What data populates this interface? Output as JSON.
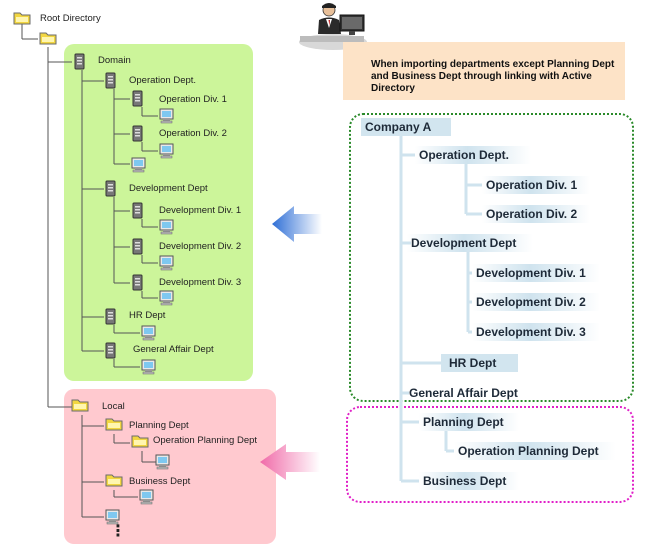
{
  "left_tree": {
    "root": "Root Directory",
    "domain": "Domain",
    "operation_dept": "Operation Dept.",
    "operation_div1": "Operation Div. 1",
    "operation_div2": "Operation Div. 2",
    "development_dept": "Development Dept",
    "development_div1": "Development Div. 1",
    "development_div2": "Development Div. 2",
    "development_div3": "Development Div. 3",
    "hr_dept": "HR Dept",
    "general_affair_dept": "General Affair Dept",
    "local": "Local",
    "planning_dept": "Planning Dept",
    "operation_planning_dept": "Operation Planning Dept",
    "business_dept": "Business Dept",
    "ellipsis": "⋮"
  },
  "callout": {
    "text": "When importing departments except Planning Dept and Business Dept through linking with Active Directory"
  },
  "right_tree": {
    "company": "Company A",
    "operation_dept": "Operation Dept.",
    "operation_div1": "Operation Div. 1",
    "operation_div2": "Operation Div. 2",
    "development_dept": "Development Dept",
    "development_div1": "Development Div. 1",
    "development_div2": "Development Div. 2",
    "development_div3": "Development Div. 3",
    "hr_dept": "HR Dept",
    "general_affair_dept": "General Affair Dept",
    "planning_dept": "Planning Dept",
    "operation_planning_dept": "Operation Planning Dept",
    "business_dept": "Business Dept"
  },
  "colors": {
    "green_panel": "#ccf59a",
    "pink_panel": "#ffc9cf",
    "callout_bg": "#fde3c7",
    "green_border": "#2a8a2a",
    "pink_border": "#e020c8",
    "blue_arrow": "#2f6fd6",
    "pink_arrow": "#f06aa8",
    "folder": "#f2d640",
    "node_bg": "#cfe3ee"
  }
}
